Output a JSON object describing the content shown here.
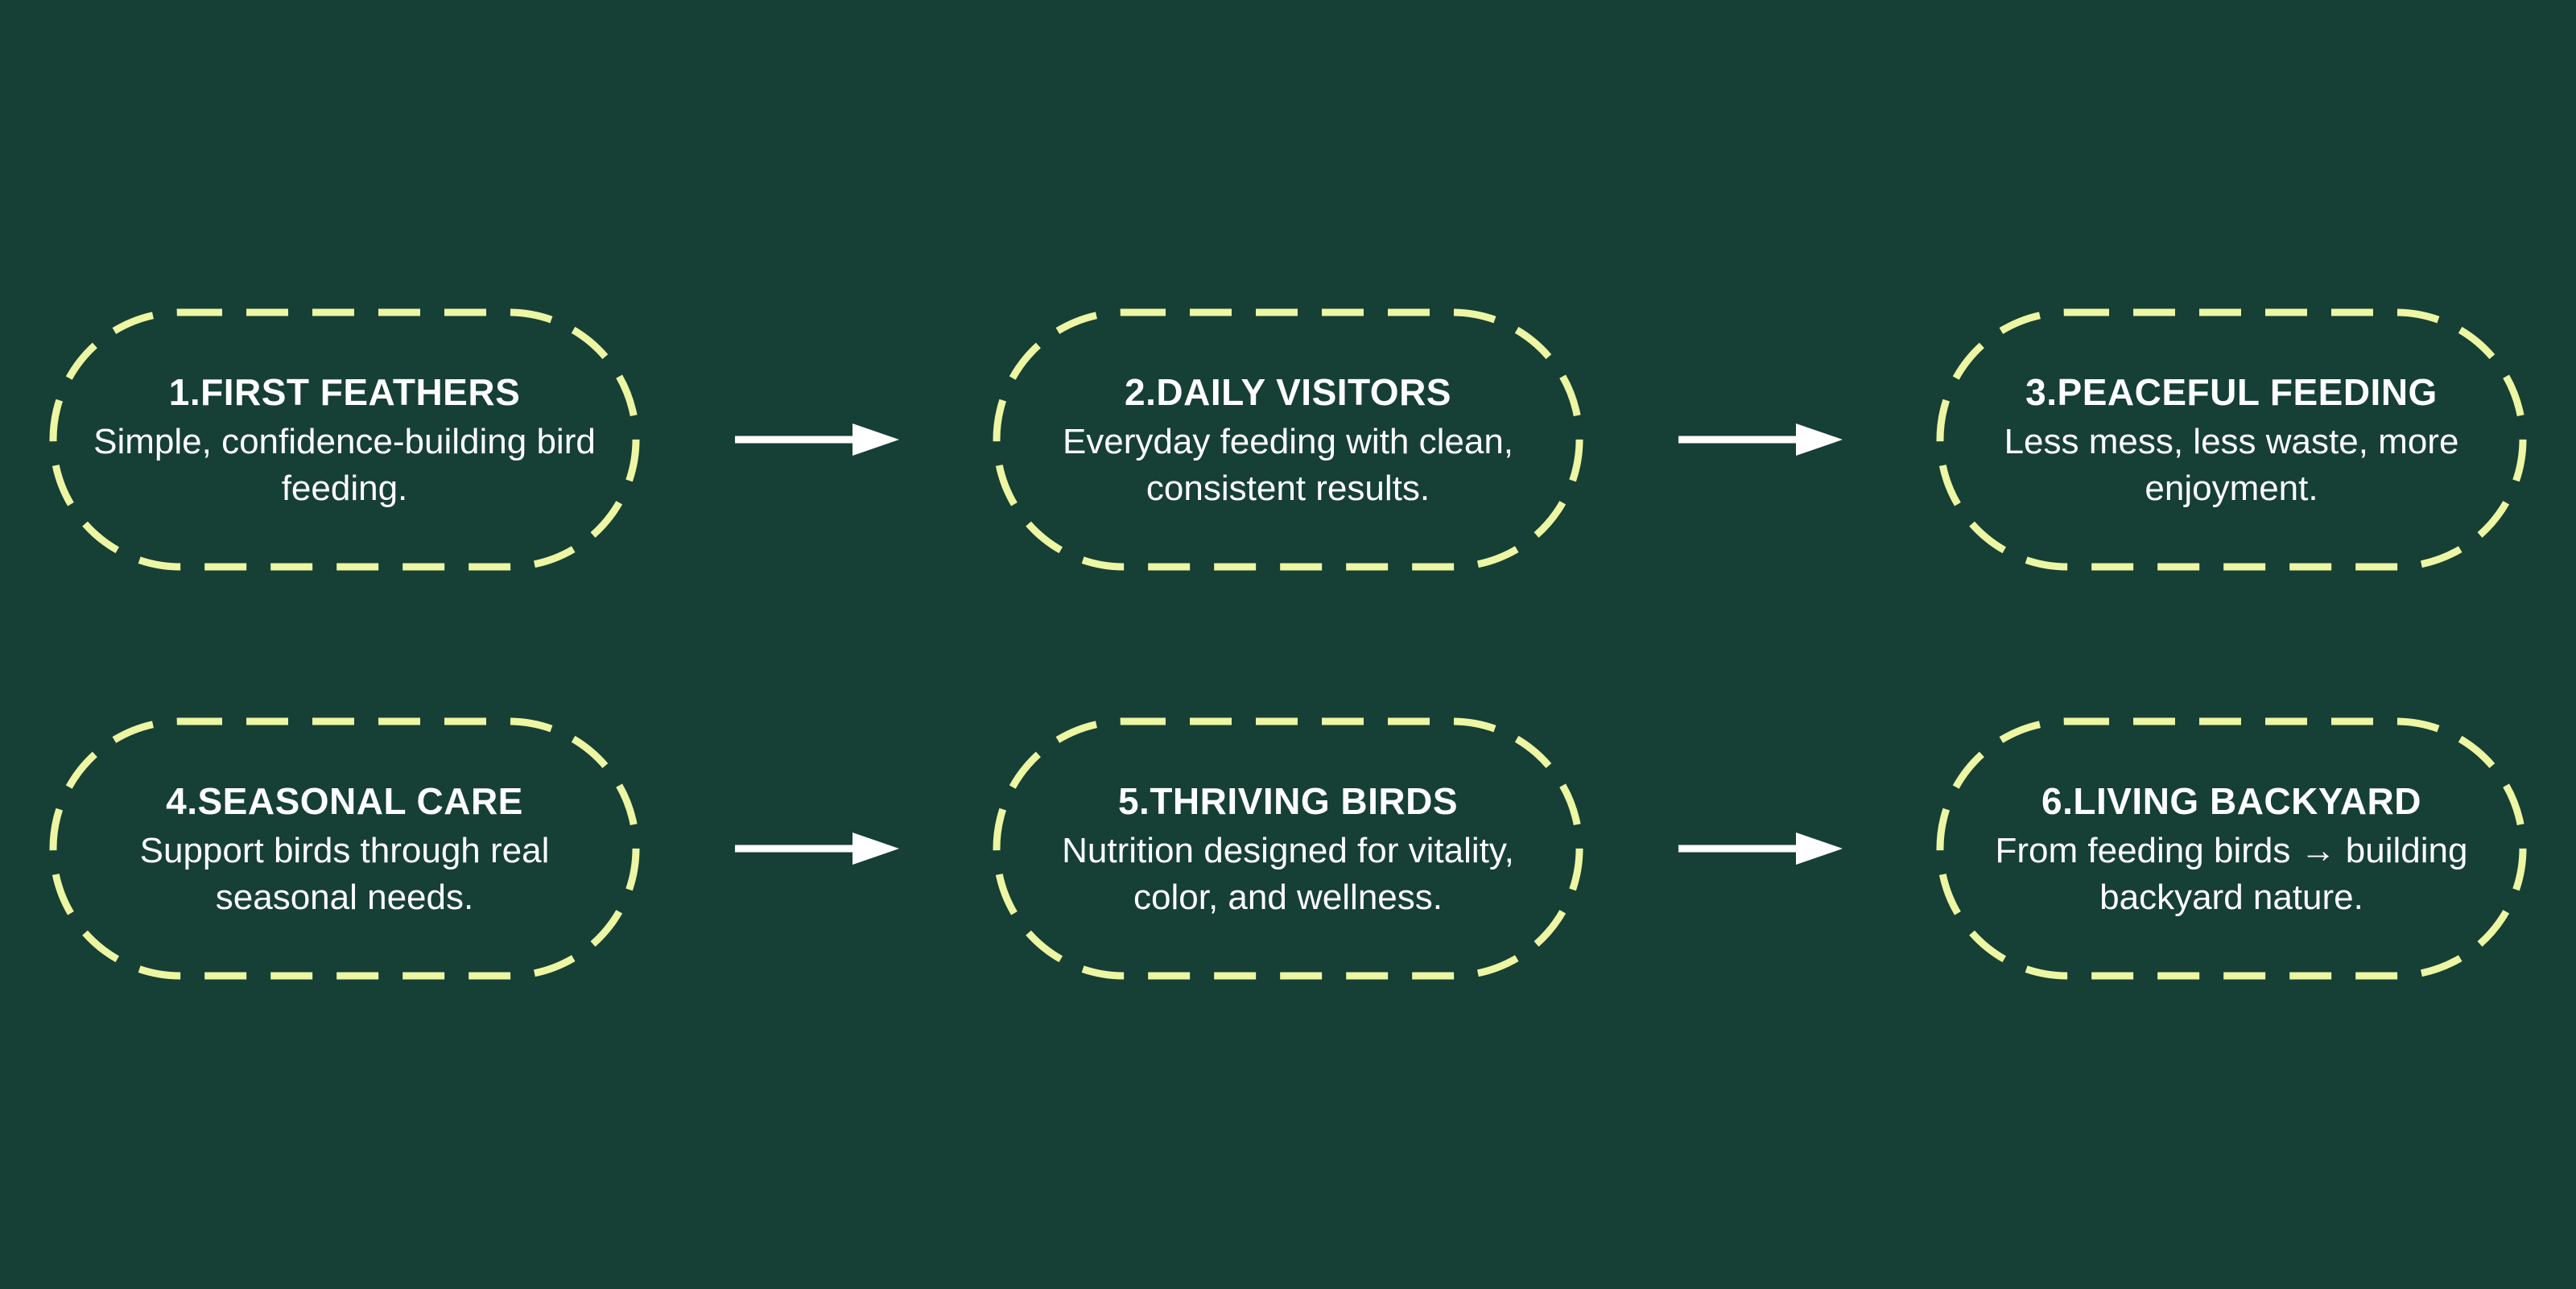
{
  "theme": {
    "background_color": "#163F36",
    "dash_border_color": "#EDF6A2",
    "text_color": "#FFFFFF",
    "arrow_color": "#FFFFFF"
  },
  "nodes": [
    {
      "title": "1.FIRST FEATHERS",
      "description": "Simple, confidence-building bird feeding."
    },
    {
      "title": "2.DAILY VISITORS",
      "description": "Everyday feeding with clean, consistent results."
    },
    {
      "title": "3.PEACEFUL FEEDING",
      "description": "Less mess, less waste, more enjoyment."
    },
    {
      "title": "4.SEASONAL CARE",
      "description": "Support birds through real seasonal needs."
    },
    {
      "title": "5.THRIVING BIRDS",
      "description": "Nutrition designed for vitality, color, and wellness."
    },
    {
      "title": "6.LIVING BACKYARD",
      "description": "From feeding birds → building backyard nature."
    }
  ]
}
